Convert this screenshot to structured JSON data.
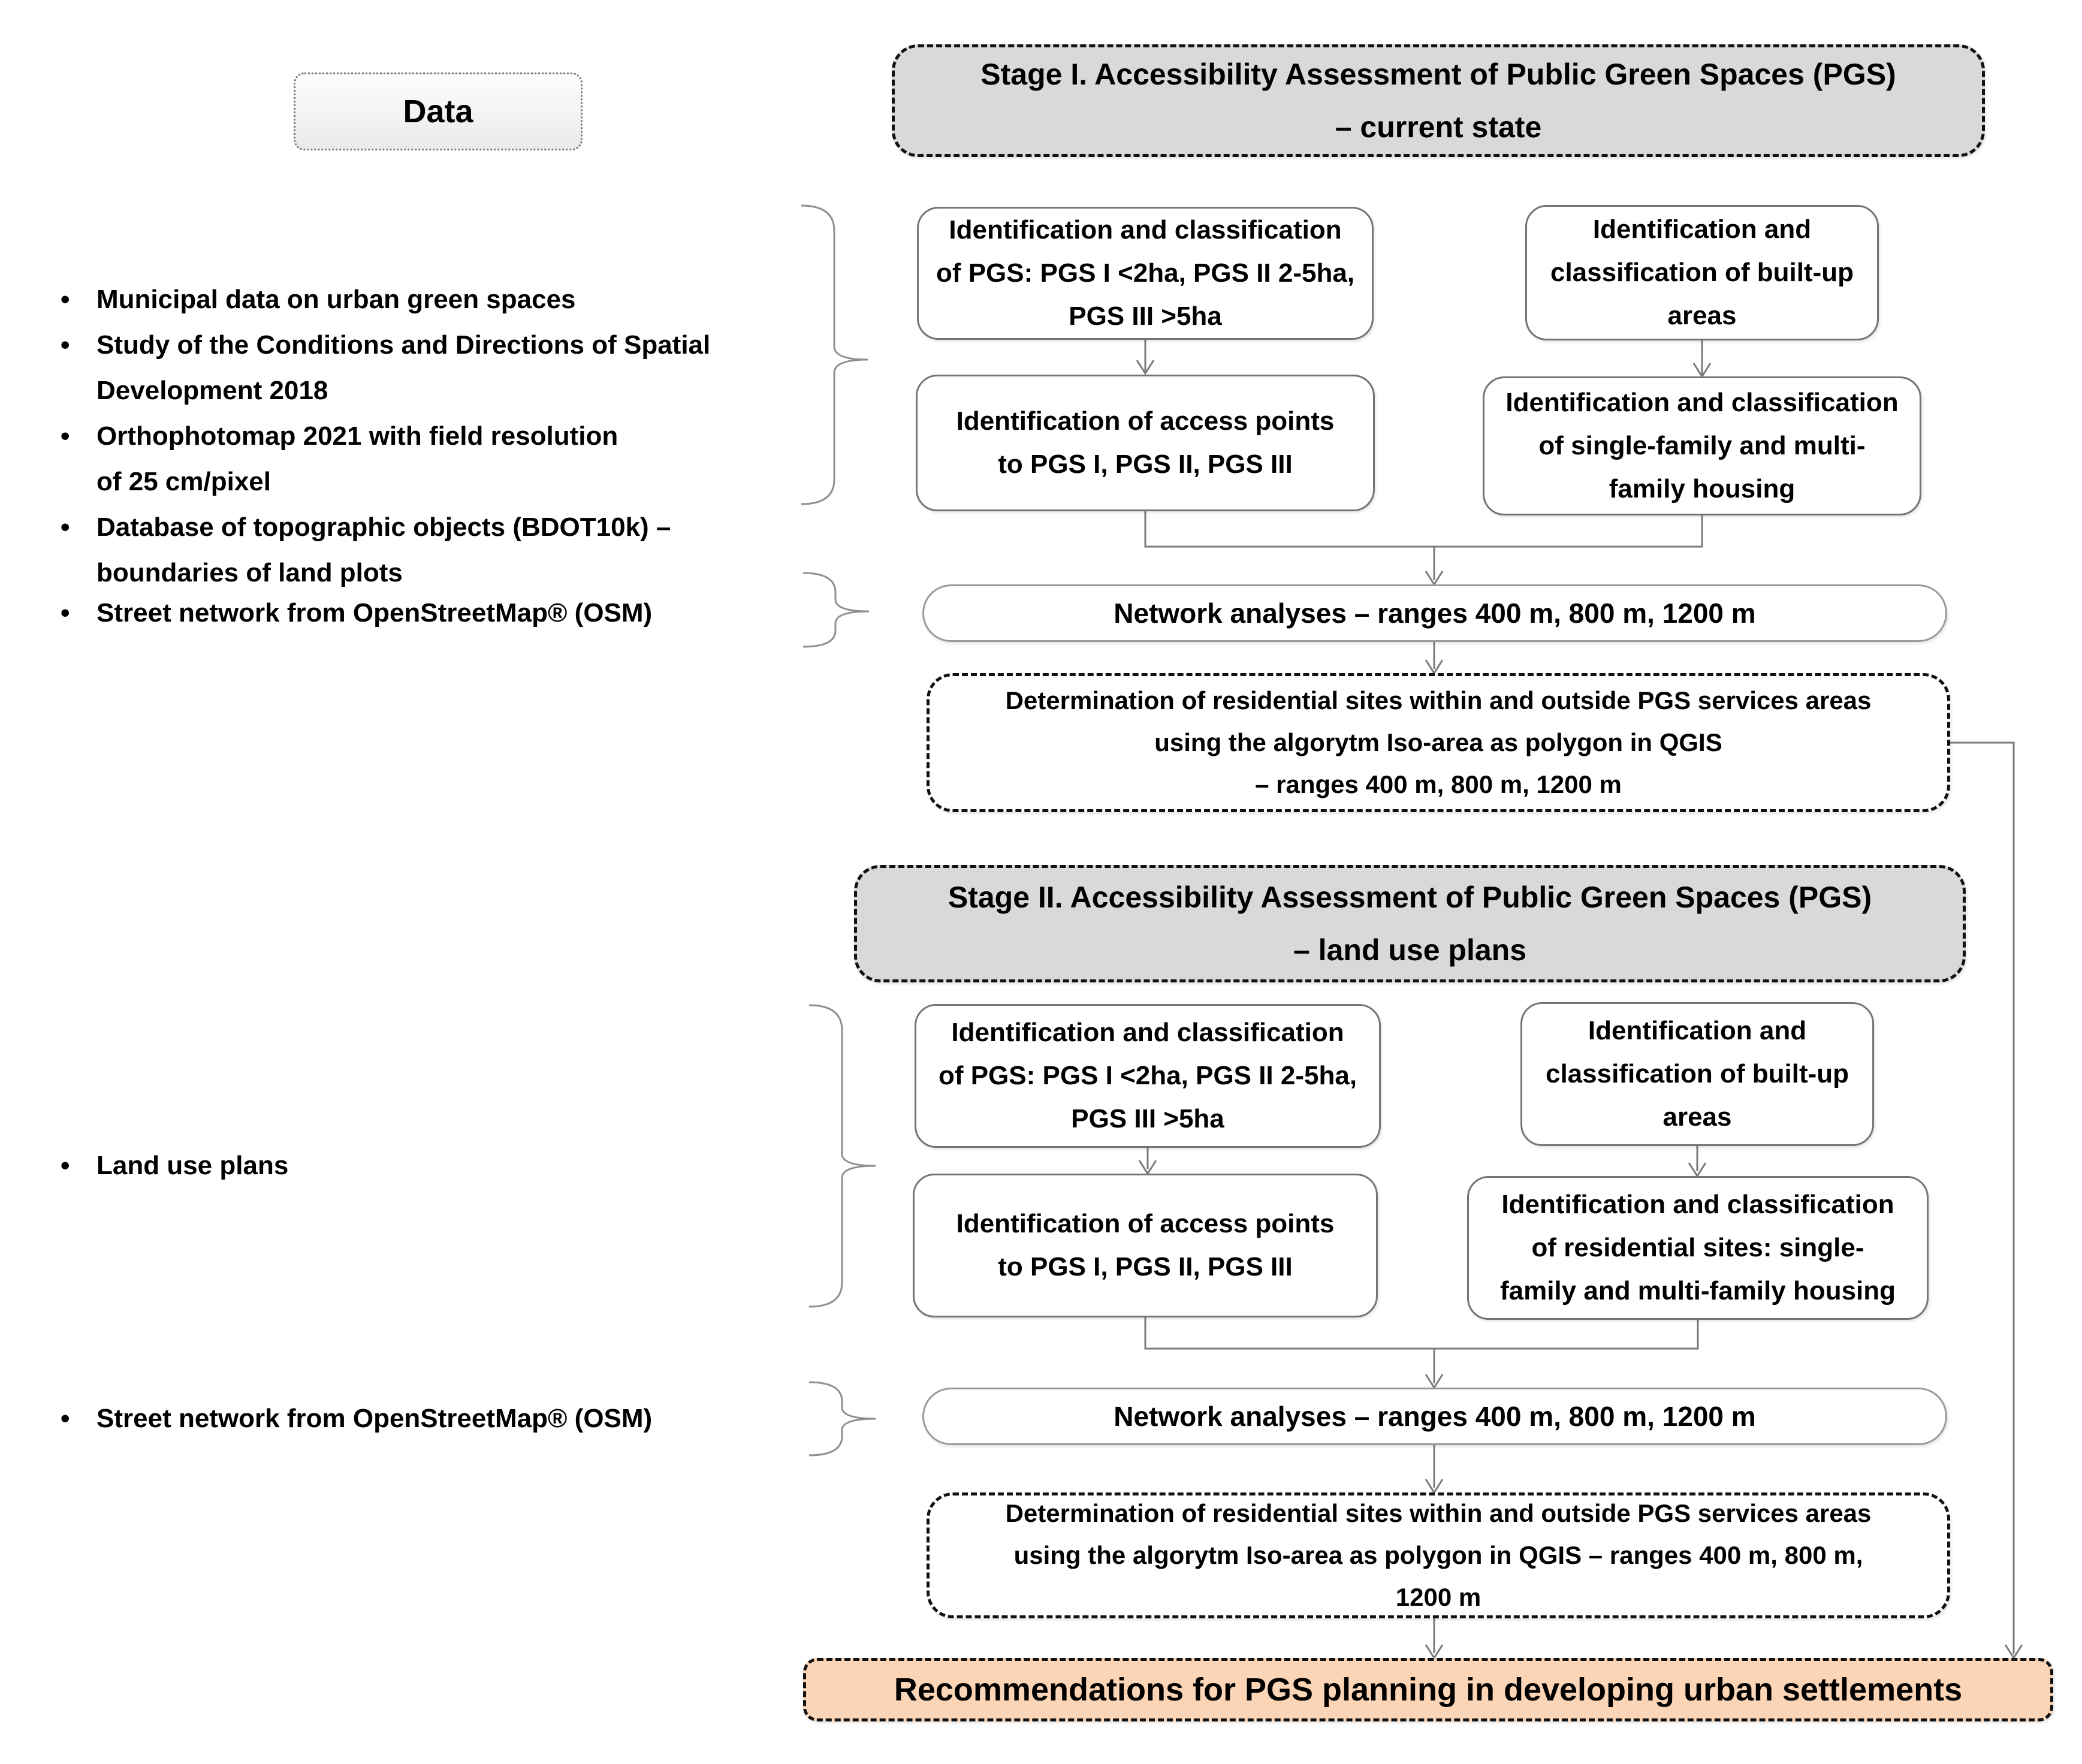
{
  "data_panel": {
    "title": "Data",
    "sources_stage1": [
      "Municipal data on urban green spaces",
      "Study of the Conditions and Directions of Spatial\nDevelopment 2018",
      "Orthophotomap 2021 with field resolution\nof 25 cm/pixel",
      "Database of topographic objects (BDOT10k) –\nboundaries of land plots"
    ],
    "street_network_stage1": "Street network from OpenStreetMap® (OSM)",
    "land_use_plans": "Land use plans",
    "street_network_stage2": "Street network from OpenStreetMap® (OSM)"
  },
  "stage1": {
    "header": "Stage I. Accessibility Assessment of Public Green Spaces (PGS)\n– current state",
    "pgs_classification": "Identification and classification\nof PGS: PGS I <2ha, PGS II 2-5ha,\nPGS III >5ha",
    "access_points": "Identification of access points\nto PGS I, PGS II, PGS III",
    "builtup_classification": "Identification and\nclassification of built-up\nareas",
    "housing_classification": "Identification and classification\nof single-family and multi-\nfamily housing",
    "network_analyses": "Network analyses – ranges 400 m, 800 m, 1200 m",
    "determination": "Determination of residential sites within and outside PGS services areas\nusing the algorytm Iso-area as polygon in QGIS\n– ranges 400 m, 800 m, 1200 m"
  },
  "stage2": {
    "header": "Stage II. Accessibility Assessment of Public Green Spaces (PGS)\n– land use plans",
    "pgs_classification": "Identification and classification\nof PGS: PGS I <2ha, PGS II 2-5ha,\nPGS III >5ha",
    "access_points": "Identification of access points\nto PGS I, PGS II, PGS III",
    "builtup_classification": "Identification and\nclassification of built-up\nareas",
    "residential_classification": "Identification and classification\nof residential sites: single-\nfamily and multi-family housing",
    "network_analyses": "Network analyses – ranges 400 m, 800 m, 1200 m",
    "determination": "Determination of residential sites within and outside PGS services areas\nusing the algorytm Iso-area as polygon in QGIS – ranges 400 m, 800 m,\n1200 m"
  },
  "outcome": {
    "recommendations": "Recommendations for PGS planning in developing urban settlements"
  },
  "colors": {
    "stage_header_fill": "#d9d9d9",
    "recommendation_fill": "#fbd5b5",
    "box_border": "#757575",
    "dashed_border": "#111111",
    "connector": "#7a7a7a",
    "text": "#000000"
  }
}
